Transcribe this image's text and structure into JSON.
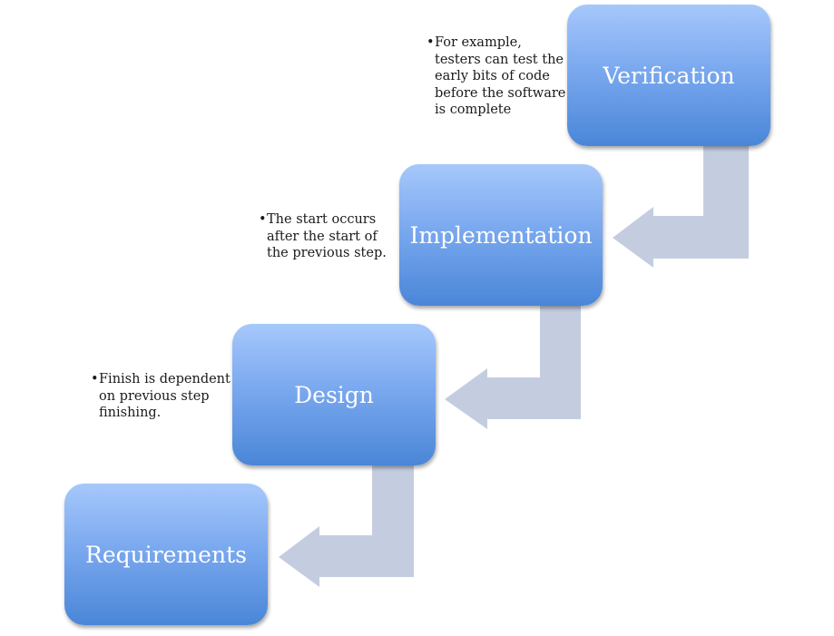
{
  "steps": [
    {
      "label": "Verification",
      "note": "For example, testers can test the early bits of code before the software is complete"
    },
    {
      "label": "Implementation",
      "note": "The start occurs after the start of the previous step."
    },
    {
      "label": "Design",
      "note": "Finish is dependent on previous step finishing."
    },
    {
      "label": "Requirements"
    }
  ],
  "colors": {
    "box_top": "#a6c8fb",
    "box_bottom": "#4a86d8",
    "arrow": "#c4cde0"
  }
}
